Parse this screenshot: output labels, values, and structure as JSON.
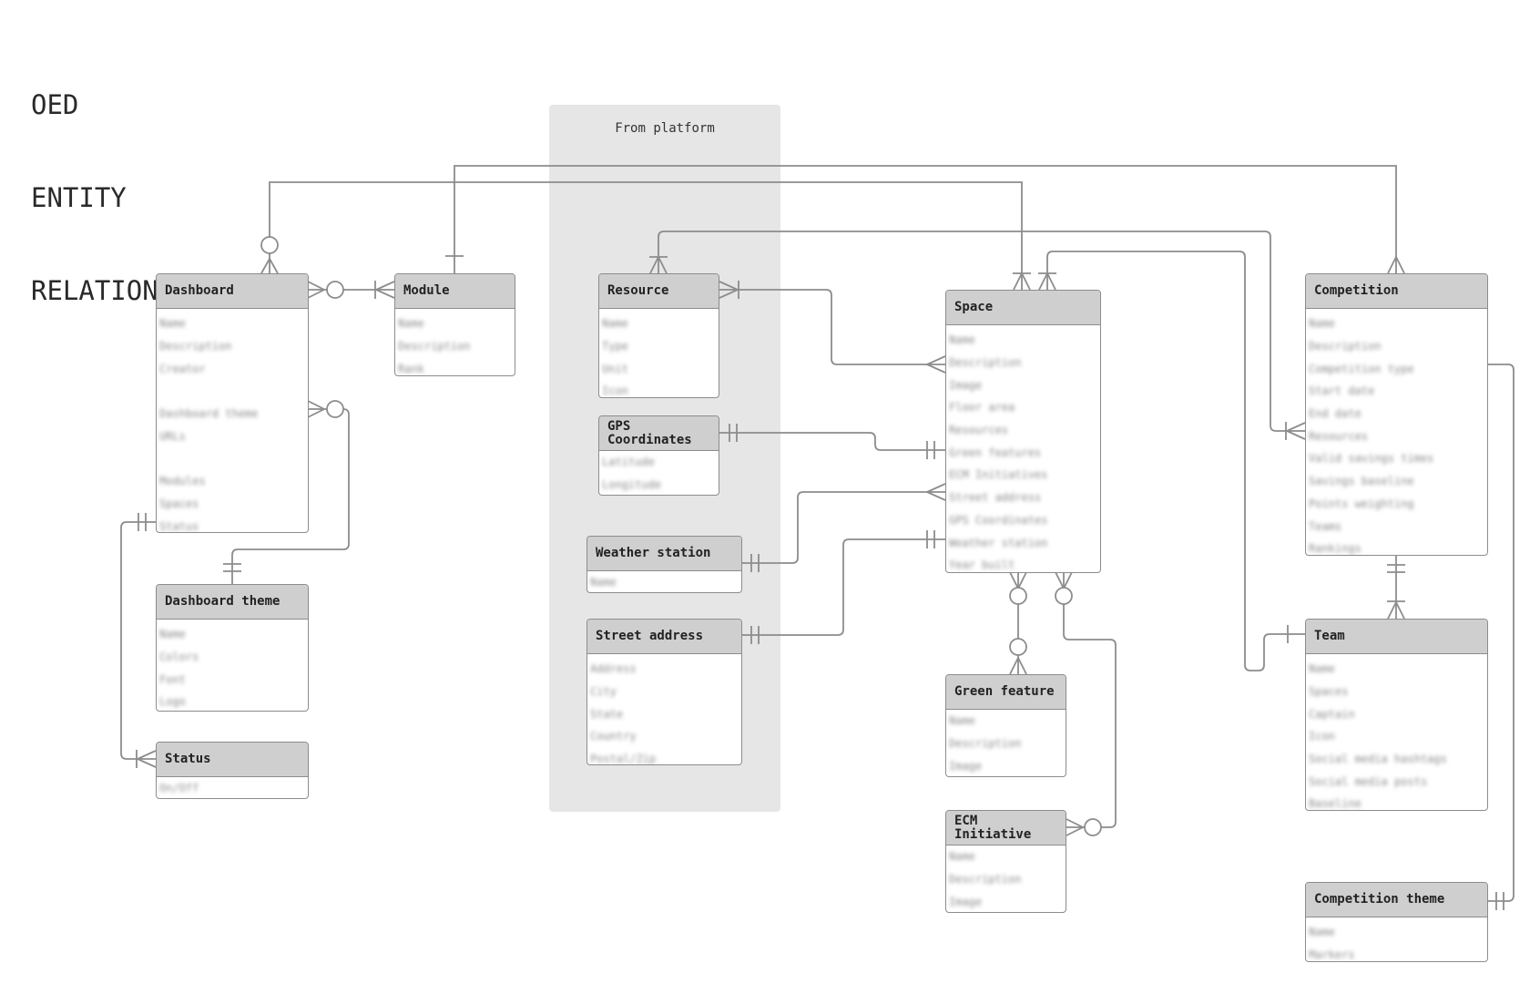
{
  "title_lines": [
    "OED",
    "ENTITY",
    "RELATIONSHIPS"
  ],
  "platform_label": "From platform",
  "entities": {
    "dashboard": {
      "name": "Dashboard",
      "fields": [
        "Name",
        "Description",
        "Creator",
        "",
        "Dashboard theme",
        "URLs",
        "",
        "Modules",
        "Spaces",
        "Status"
      ]
    },
    "module": {
      "name": "Module",
      "fields": [
        "Name",
        "Description",
        "Rank"
      ]
    },
    "dashboard_theme": {
      "name": "Dashboard theme",
      "fields": [
        "Name",
        "Colors",
        "Font",
        "Logo"
      ]
    },
    "status": {
      "name": "Status",
      "fields": [
        "On/Off"
      ]
    },
    "resource": {
      "name": "Resource",
      "fields": [
        "Name",
        "Type",
        "Unit",
        "Icon"
      ]
    },
    "gps": {
      "name": "GPS Coordinates",
      "fields": [
        "Latitude",
        "Longitude"
      ]
    },
    "weather": {
      "name": "Weather station",
      "fields": [
        "Name"
      ]
    },
    "street": {
      "name": "Street address",
      "fields": [
        "Address",
        "City",
        "State",
        "Country",
        "Postal/Zip"
      ]
    },
    "space": {
      "name": "Space",
      "fields": [
        "Name",
        "Description",
        "Image",
        "Floor area",
        "Resources",
        "Green features",
        "ECM Initiatives",
        "Street address",
        "GPS Coordinates",
        "Weather station",
        "Year built"
      ]
    },
    "green": {
      "name": "Green feature",
      "fields": [
        "Name",
        "Description",
        "Image"
      ]
    },
    "ecm": {
      "name": "ECM Initiative",
      "fields": [
        "Name",
        "Description",
        "Image"
      ]
    },
    "competition": {
      "name": "Competition",
      "fields": [
        "Name",
        "Description",
        "Competition type",
        "Start date",
        "End date",
        "Resources",
        "Valid savings times",
        "Savings baseline",
        "Points weighting",
        "Teams",
        "Rankings"
      ]
    },
    "team": {
      "name": "Team",
      "fields": [
        "Name",
        "Spaces",
        "Captain",
        "Icon",
        "Social media hashtags",
        "Social media posts",
        "Baseline"
      ]
    },
    "competition_theme": {
      "name": "Competition theme",
      "fields": [
        "Name",
        "Markers"
      ]
    }
  },
  "colors": {
    "header": "#cfcfcf",
    "line": "#8c8c8c",
    "platform": "#e6e6e6"
  }
}
